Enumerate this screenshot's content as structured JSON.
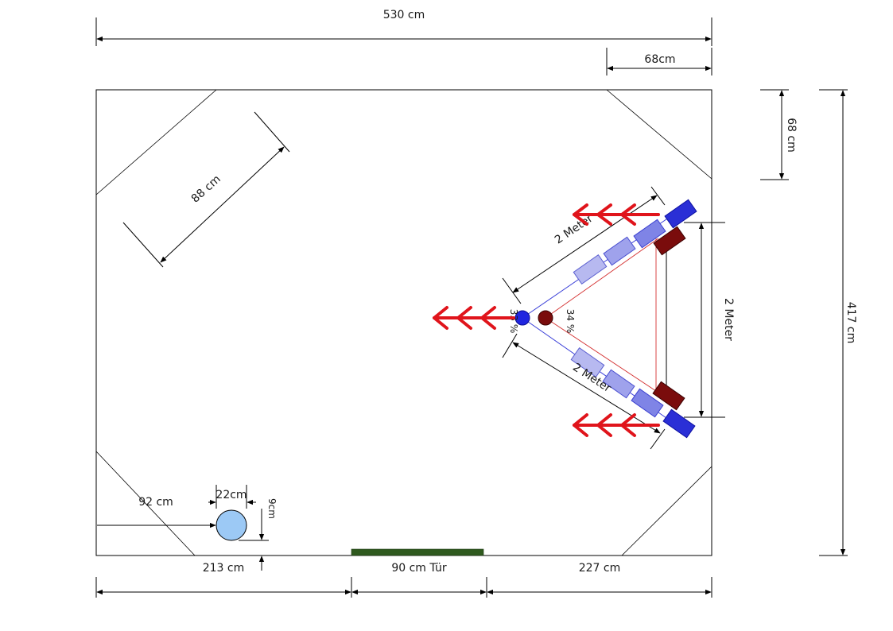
{
  "dimensions": {
    "total_width": "530 cm",
    "corner_top_right_width": "68cm",
    "corner_top_right_height": "68 cm",
    "total_height": "417 cm",
    "corner_top_left_diagonal": "88 cm",
    "bottom_left_segment": "213 cm",
    "door_segment": "90 cm Tür",
    "bottom_right_segment": "227 cm",
    "circle_offset_left": "92 cm",
    "circle_diameter": "22cm",
    "circle_offset_bottom": "9cm",
    "speaker_spacing_side": "2 Meter",
    "speaker_spacing_upper": "2 Meter",
    "speaker_spacing_lower": "2 Meter"
  },
  "percentages": {
    "blue_listener": "33 %",
    "red_listener": "34 %"
  },
  "colors": {
    "blue_speaker": "#2a2fd6",
    "light_blue_speaker": "#b7b9f0",
    "mid_blue_speaker": "#7f84e6",
    "red_speaker": "#7a0c0c",
    "arrow_red": "#e0141b",
    "door_green": "#2f5a1e",
    "circle_fill": "#9cc9f5",
    "blue_line": "#3a3fd8",
    "red_line": "#d43030"
  }
}
